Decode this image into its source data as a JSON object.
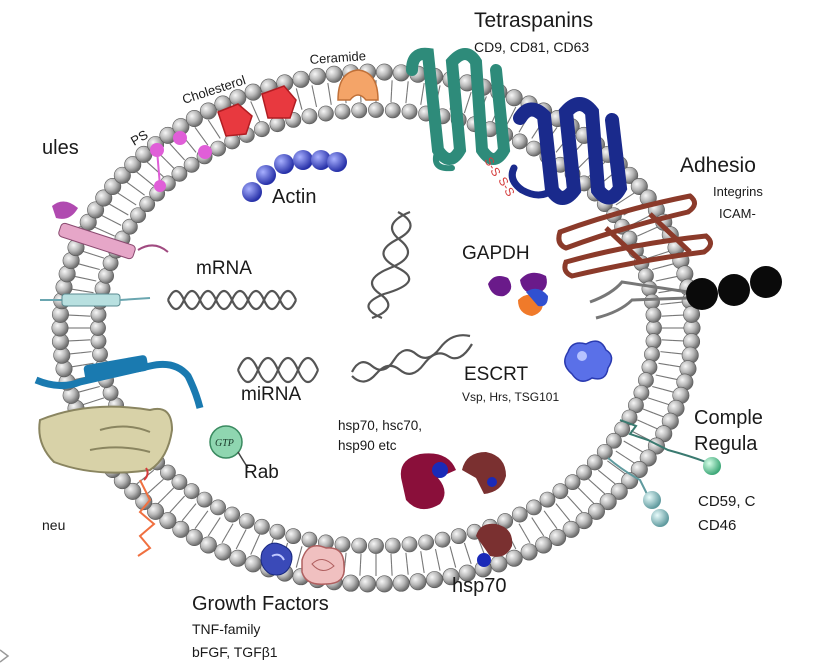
{
  "labels": {
    "tetraspanins": "Tetraspanins",
    "tetraspanins_list": "CD9, CD81, CD63",
    "adhesion": "Adhesio",
    "integrins": "Integrins",
    "icam": "ICAM-",
    "molecules": "ules",
    "ps": "PS",
    "cholesterol": "Cholesterol",
    "ceramide": "Ceramide",
    "actin": "Actin",
    "mrna": "mRNA",
    "mirna": "miRNA",
    "gapdh": "GAPDH",
    "escrt": "ESCRT",
    "escrt_list": "Vsp, Hrs, TSG101",
    "hsp_line1": "hsp70, hsc70,",
    "hsp_line2": "hsp90 etc",
    "gtp": "GTP",
    "rab": "Rab",
    "complement_1": "Comple",
    "complement_2": "Regula",
    "cd59": "CD59, C",
    "cd46": "CD46",
    "neu": "neu",
    "growth_factors": "Growth Factors",
    "gf_line1": "TNF-family",
    "gf_line2": "bFGF, TGFβ1",
    "hsp70": "hsp70",
    "ss1": "S-S",
    "ss2": "S-S"
  },
  "colors": {
    "bead": "#a9a9a9",
    "tetraspanin_teal": "#2e8b7a",
    "tetraspanin_blue": "#1a2a8c",
    "ps": "#e05ed8",
    "cholesterol": "#e8393f",
    "ceramide": "#f4a468",
    "actin": "#3340c4",
    "gapdh_purple": "#6a1a8a",
    "gapdh_orange": "#f07a2a",
    "gapdh_blue": "#3050d0",
    "escrt": "#5a70e8",
    "hsp_dark": "#8a0f3a",
    "hsp_brown": "#7a3030",
    "rab": "#8fd6b0",
    "adhesion": "#8b3a2a",
    "channel": "#1a7ab0",
    "complement": "#7ad3a8"
  }
}
